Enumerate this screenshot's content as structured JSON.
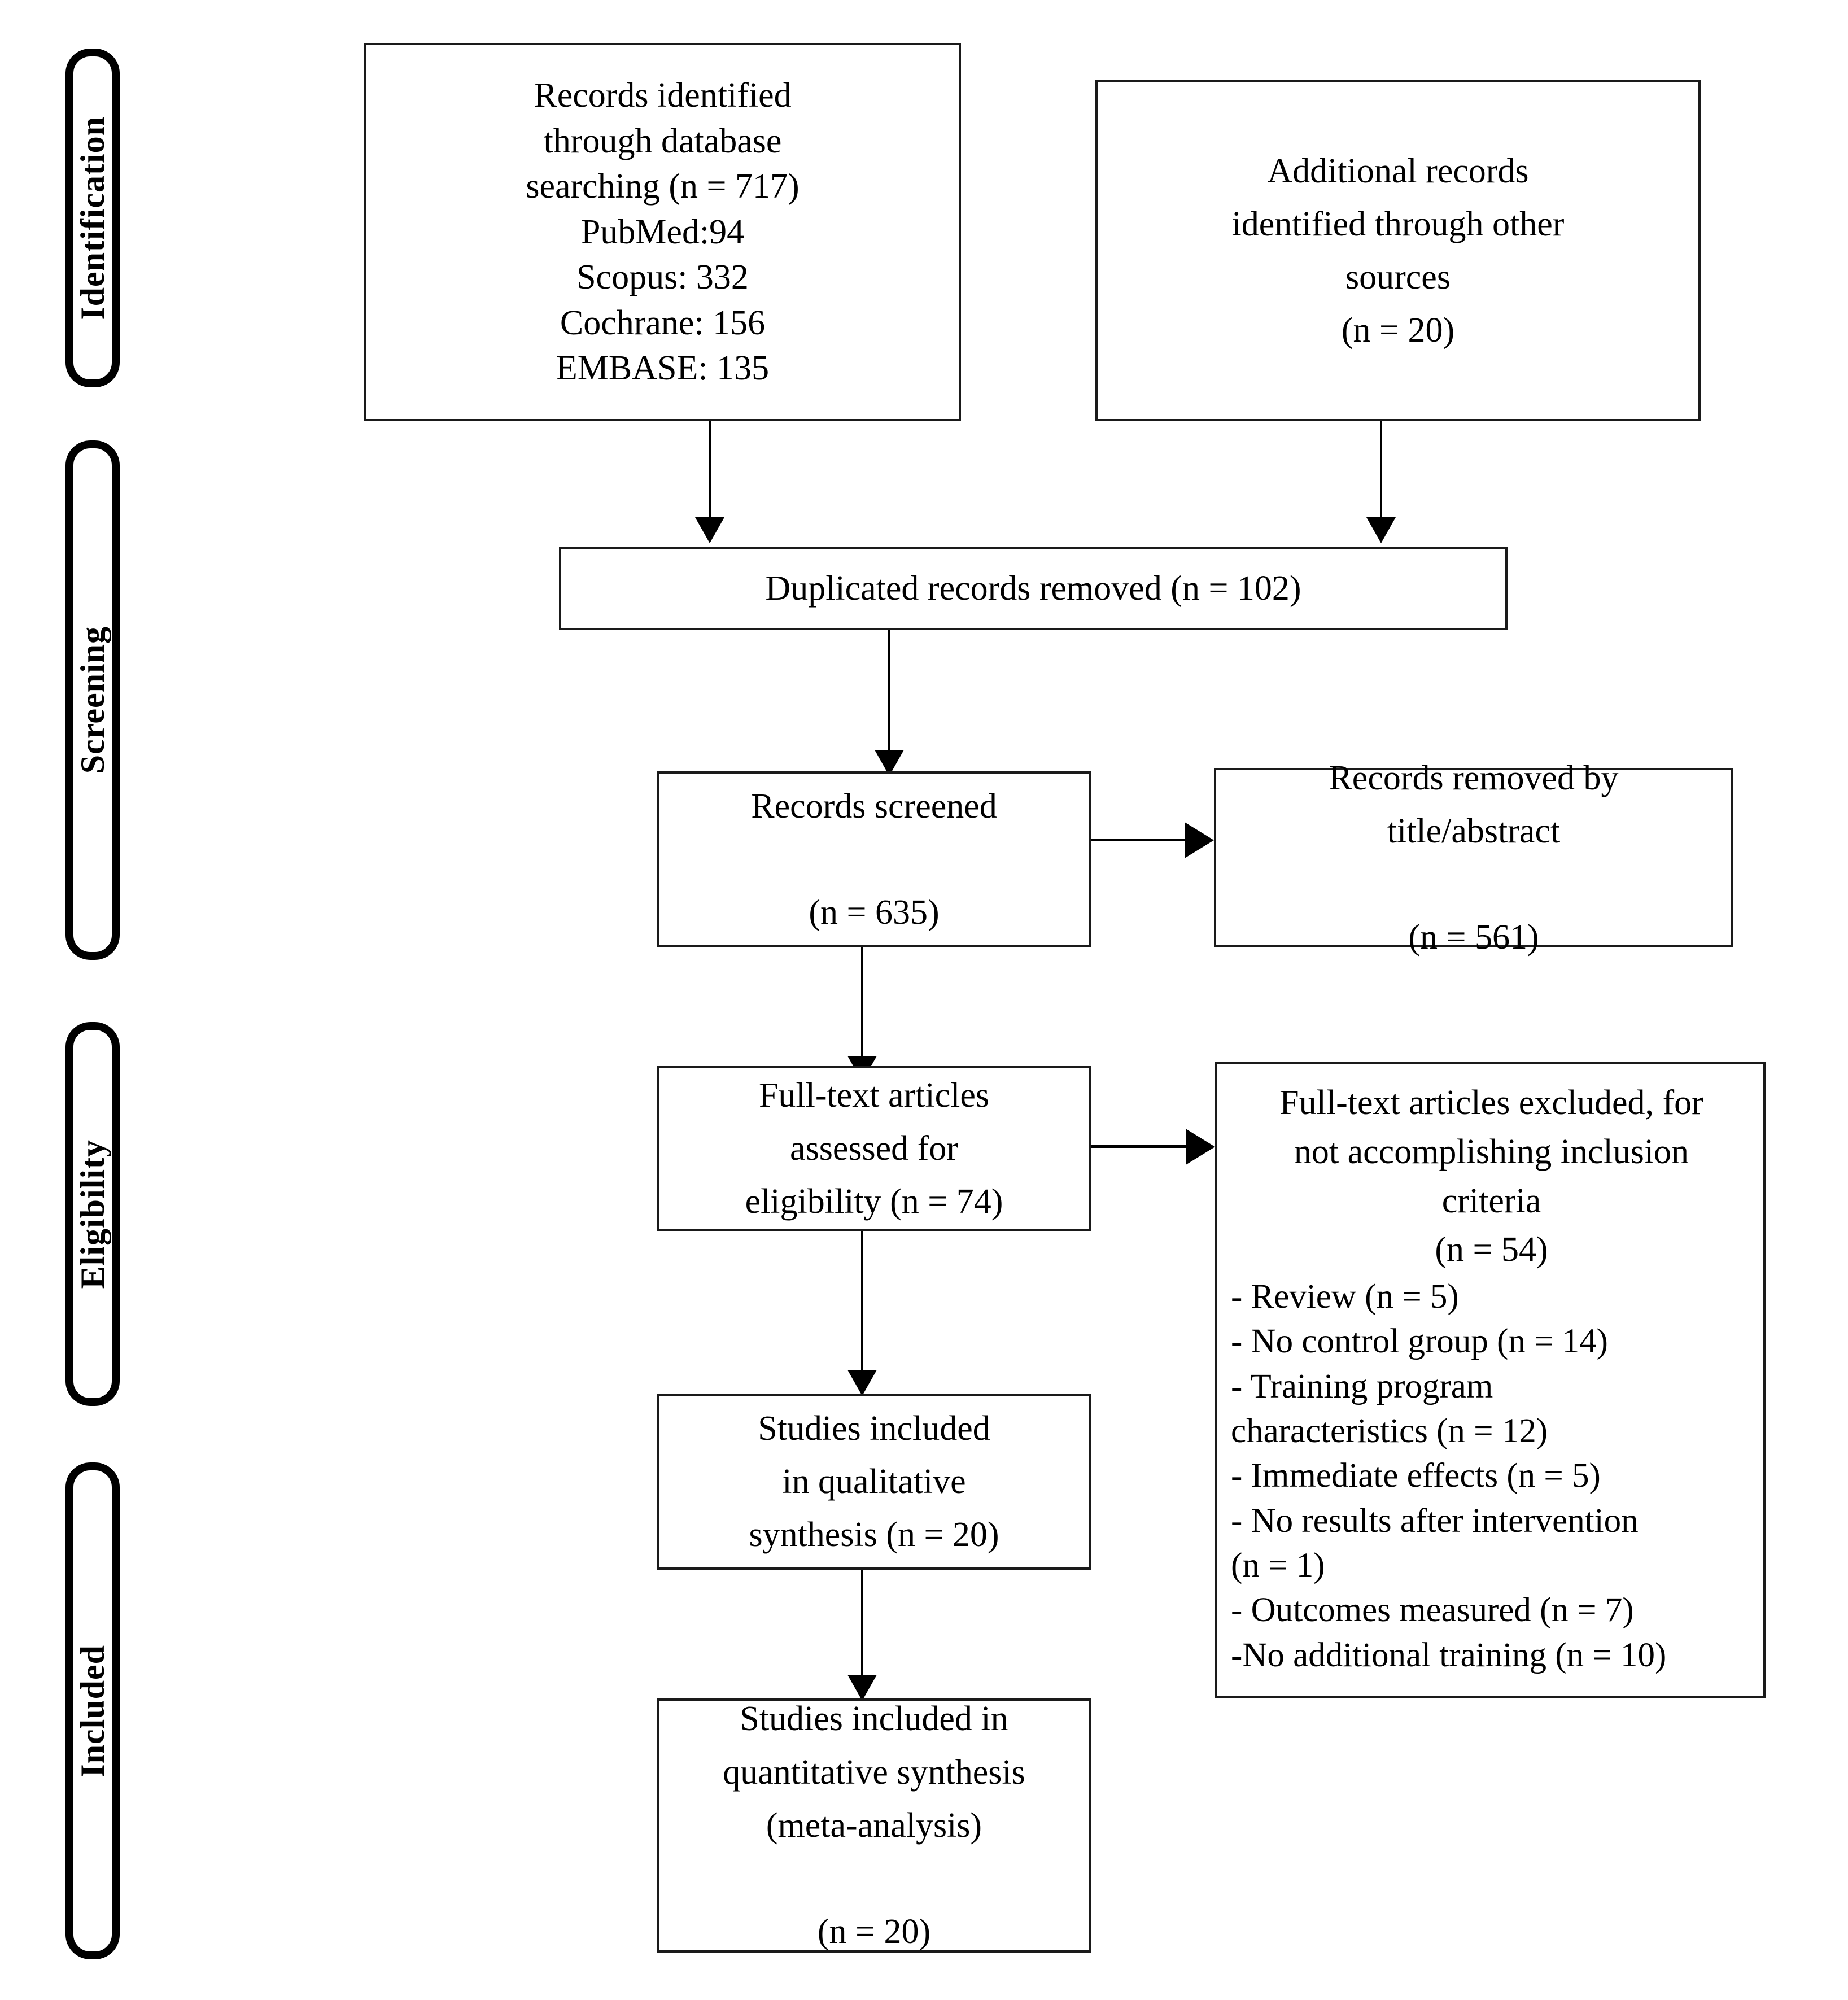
{
  "diagram": {
    "type": "PRISMA flow diagram",
    "stages": [
      {
        "id": "identification",
        "label": "Identification"
      },
      {
        "id": "screening",
        "label": "Screening"
      },
      {
        "id": "eligibility",
        "label": "Eligibility"
      },
      {
        "id": "included",
        "label": "Included"
      }
    ],
    "boxes": {
      "database_records": {
        "text": "Records identified\nthrough database\nsearching (n = 717)\nPubMed:94\nScopus: 332\nCochrane: 156\nEMBASE: 135",
        "n": 717,
        "sources": [
          {
            "name": "PubMed",
            "count": 94
          },
          {
            "name": "Scopus",
            "count": 332
          },
          {
            "name": "Cochrane",
            "count": 156
          },
          {
            "name": "EMBASE",
            "count": 135
          }
        ]
      },
      "other_records": {
        "text": "Additional records\nidentified through other\nsources\n(n = 20)",
        "n": 20
      },
      "duplicates_removed": {
        "text": "Duplicated records removed (n = 102)",
        "n": 102
      },
      "records_screened": {
        "text": "Records screened\n\n(n = 635)",
        "n": 635
      },
      "records_removed": {
        "text": "Records removed by\ntitle/abstract\n\n(n = 561)",
        "n": 561
      },
      "fulltext_assessed": {
        "text": "Full-text articles\nassessed for\neligibility (n = 74)",
        "n": 74
      },
      "fulltext_excluded": {
        "heading": "Full-text articles excluded, for\nnot accomplishing inclusion\ncriteria\n(n = 54)",
        "n": 54,
        "reasons": [
          "- Review (n = 5)",
          "- No control group (n = 14)",
          " - Training program\ncharacteristics (n = 12)",
          "- Immediate effects (n = 5)",
          "- No results after intervention\n(n = 1)",
          "- Outcomes measured (n = 7)",
          "-No additional training (n = 10)"
        ]
      },
      "qualitative_synthesis": {
        "text": "Studies included\nin qualitative\nsynthesis (n = 20)",
        "n": 20
      },
      "quantitative_synthesis": {
        "text": "Studies included in\nquantitative synthesis\n(meta-analysis)\n\n(n = 20)",
        "n": 20
      }
    }
  }
}
